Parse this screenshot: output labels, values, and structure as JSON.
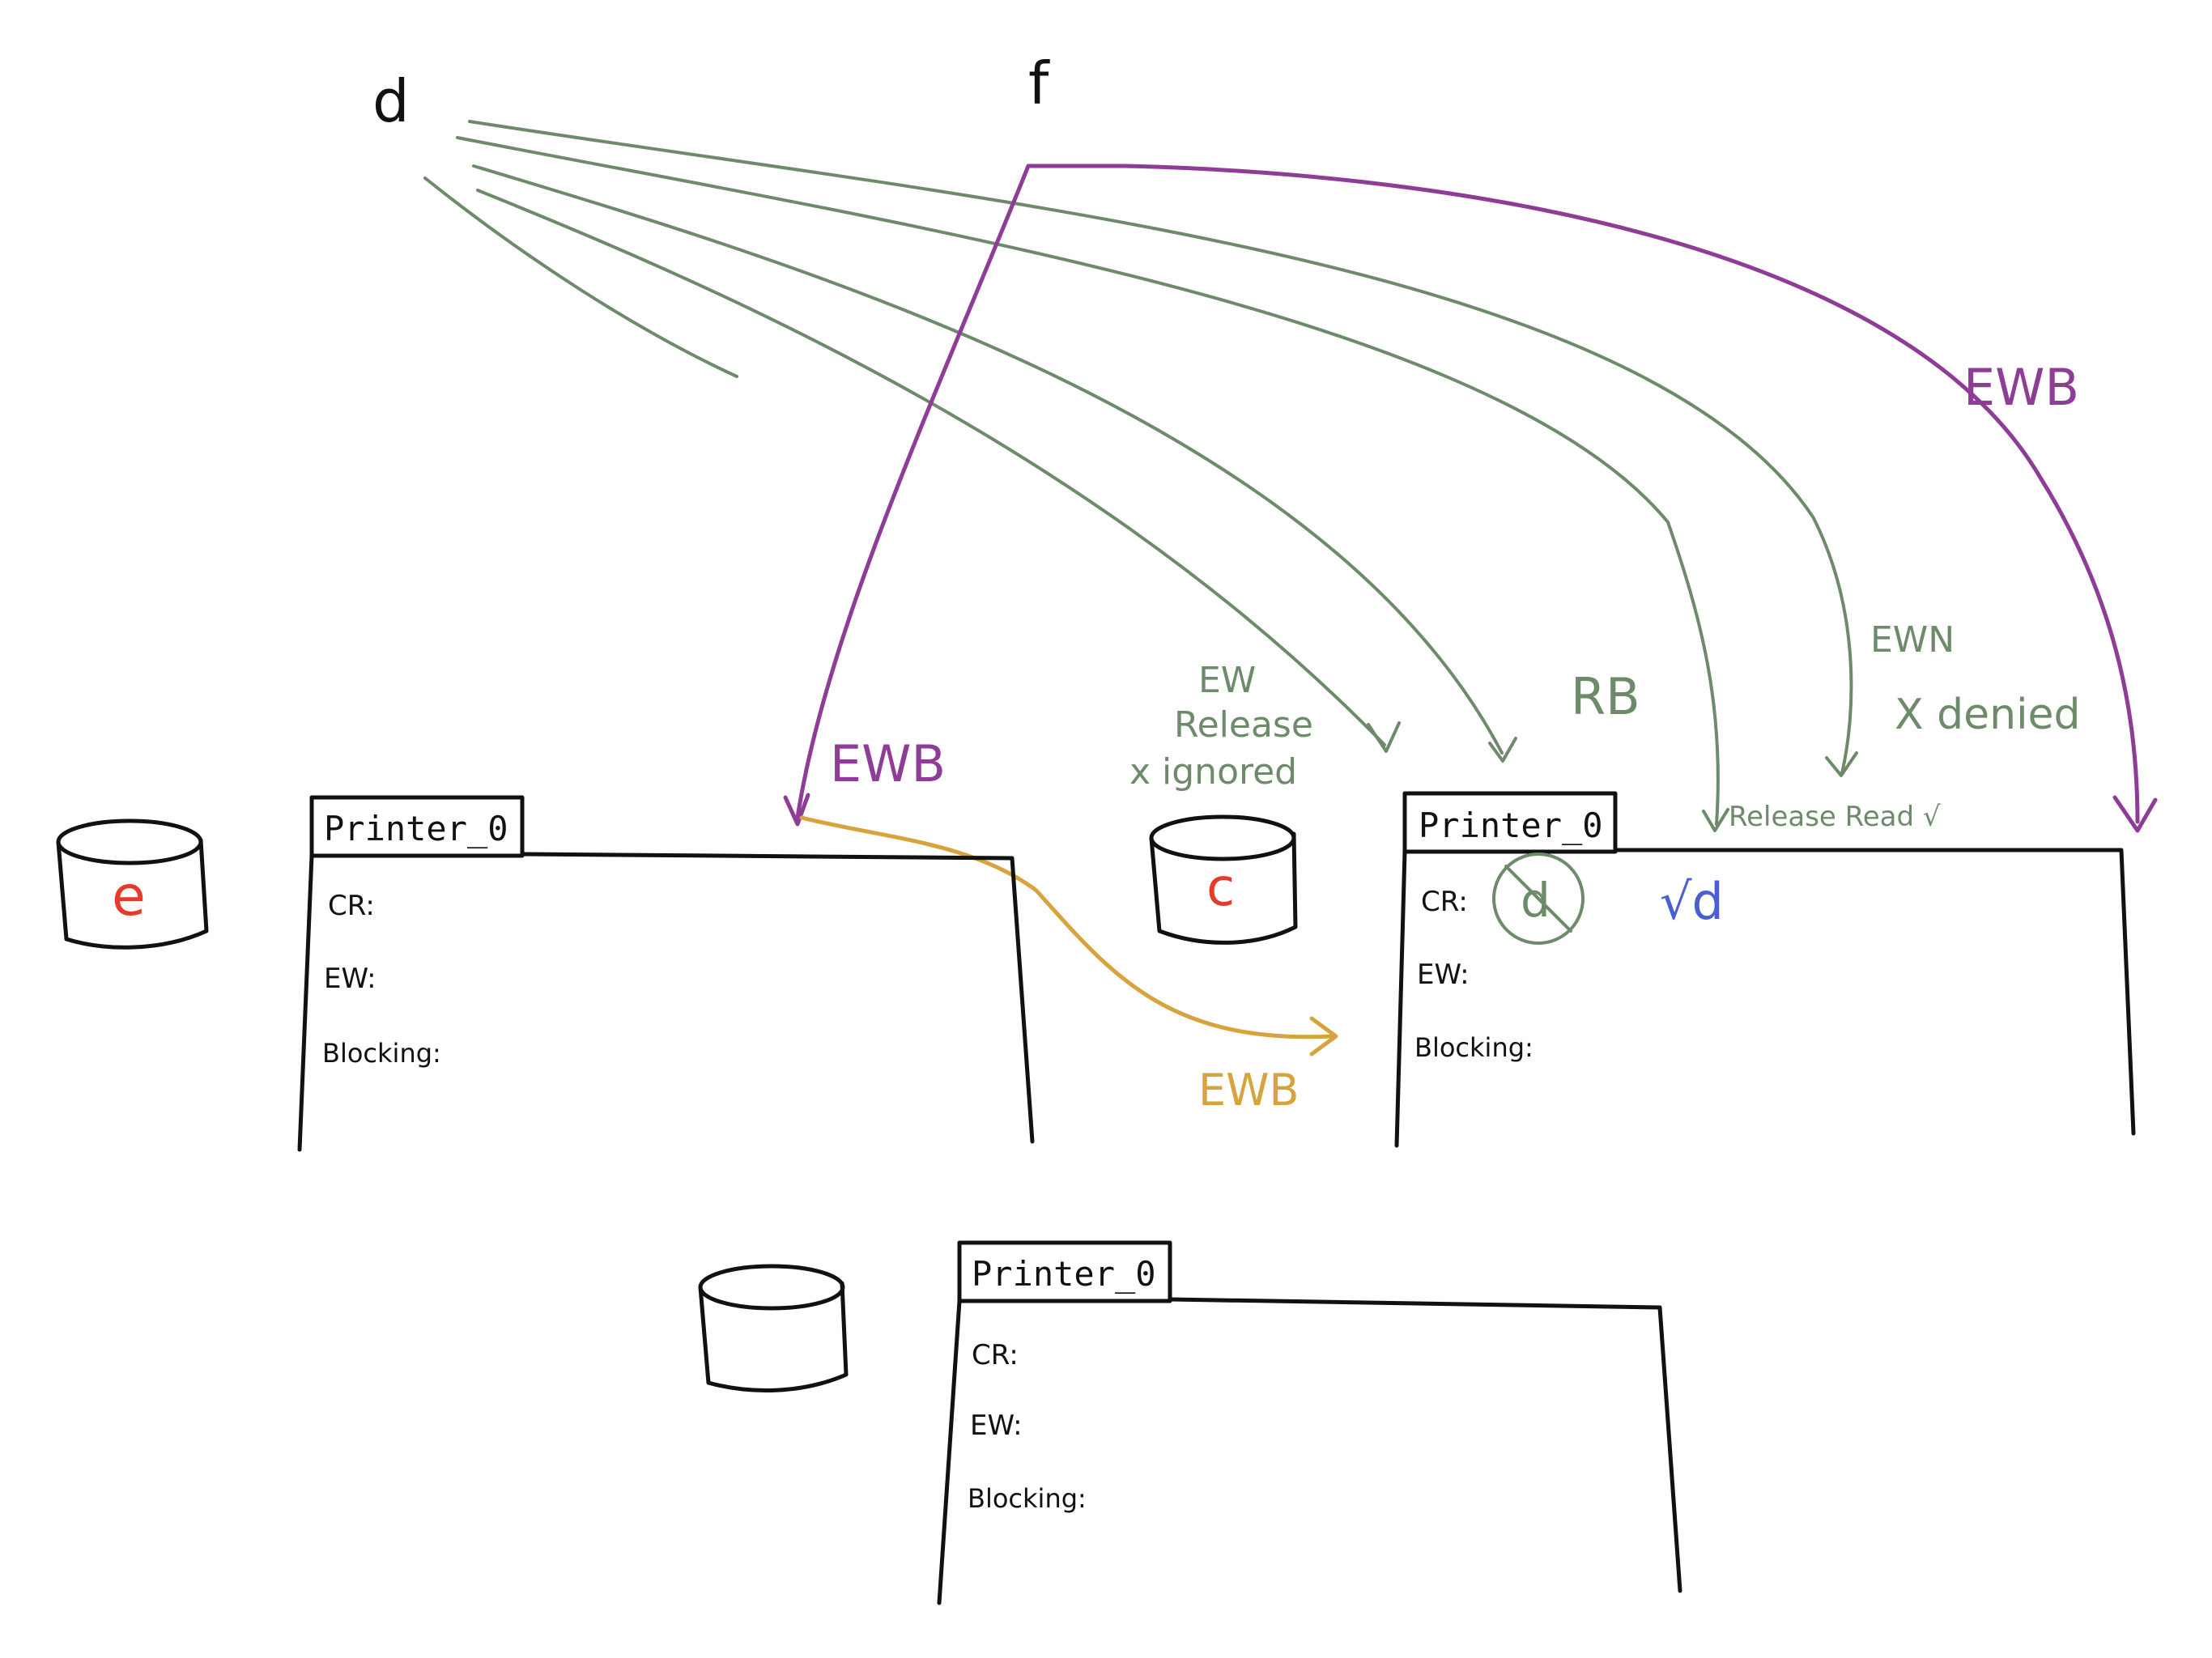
{
  "nodes": {
    "d": "d",
    "f": "f"
  },
  "printers": [
    {
      "title": "Printer_0",
      "fields": [
        "CR:",
        "EW:",
        "Blocking:"
      ]
    },
    {
      "title": "Printer_0",
      "fields": [
        "CR:",
        "EW:",
        "Blocking:"
      ],
      "cr_value": "d",
      "cr_new_value": "√d"
    },
    {
      "title": "Printer_0",
      "fields": [
        "CR:",
        "EW:",
        "Blocking:"
      ]
    }
  ],
  "cylinders": [
    {
      "label": "e"
    },
    {
      "label": "c"
    },
    {
      "label": ""
    }
  ],
  "annotations": {
    "ewb_top_right": "EWB",
    "ewb_left": "EWB",
    "ewb_gold": "EWB",
    "ew_release_line1": "EW",
    "ew_release_line2": "Release",
    "ew_release_line3": "x ignored",
    "rb": "RB",
    "ewn": "EWN",
    "x_denied": "X  denied",
    "release_read": "Release Read √"
  },
  "colors": {
    "ink": "#111111",
    "green": "#6d8b6a",
    "purple": "#8e3d97",
    "gold": "#d6a33d",
    "blue": "#4a5fd1",
    "red": "#e53b2b"
  }
}
